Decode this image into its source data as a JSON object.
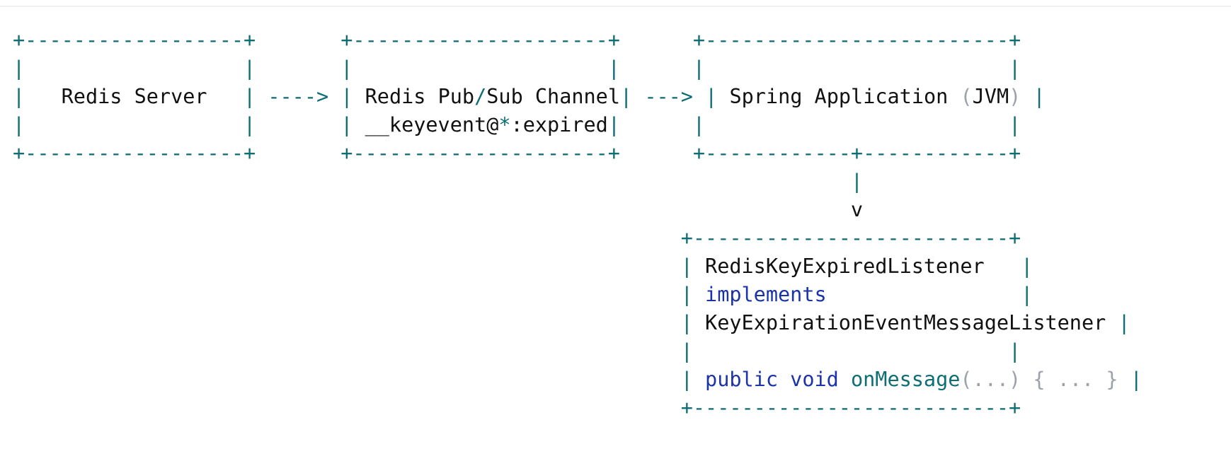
{
  "colors": {
    "punctuation": "#0d6e73",
    "keyword": "#1a33a8",
    "method": "#0d6e73",
    "muted": "#9ba2ab",
    "text": "#111111"
  },
  "lines": [
    [
      {
        "t": "+------------------+       +---------------------+      +-------------------------+",
        "c": "p"
      }
    ],
    [
      {
        "t": "|                  |       |                     |      |                         |",
        "c": "p"
      }
    ],
    [
      {
        "t": "|",
        "c": "p"
      },
      {
        "t": "   Redis Server   ",
        "c": "t"
      },
      {
        "t": "|",
        "c": "p"
      },
      {
        "t": " ----> ",
        "c": "p"
      },
      {
        "t": "| ",
        "c": "p"
      },
      {
        "t": "Redis Pub",
        "c": "t"
      },
      {
        "t": "/",
        "c": "p"
      },
      {
        "t": "Sub Channel",
        "c": "t"
      },
      {
        "t": "|",
        "c": "p"
      },
      {
        "t": " ---> ",
        "c": "p"
      },
      {
        "t": "| ",
        "c": "p"
      },
      {
        "t": "Spring Application ",
        "c": "t"
      },
      {
        "t": "(",
        "c": "g"
      },
      {
        "t": "JVM",
        "c": "t"
      },
      {
        "t": ")",
        "c": "g"
      },
      {
        "t": " |",
        "c": "p"
      }
    ],
    [
      {
        "t": "|                  |       ",
        "c": "p"
      },
      {
        "t": "| ",
        "c": "p"
      },
      {
        "t": "__keyevent@",
        "c": "t"
      },
      {
        "t": "*",
        "c": "p"
      },
      {
        "t": ":expired",
        "c": "t"
      },
      {
        "t": "|",
        "c": "p"
      },
      {
        "t": "      |                         |",
        "c": "p"
      }
    ],
    [
      {
        "t": "+------------------+       +---------------------+      +------------+------------+",
        "c": "p"
      }
    ],
    [
      {
        "t": "                                                                     |",
        "c": "p"
      }
    ],
    [
      {
        "t": "                                                                     v",
        "c": "t"
      }
    ],
    [
      {
        "t": "                                                       +--------------------------+",
        "c": "p"
      }
    ],
    [
      {
        "t": "                                                       | ",
        "c": "p"
      },
      {
        "t": "RedisKeyExpiredListener",
        "c": "t"
      },
      {
        "t": "   |",
        "c": "p"
      }
    ],
    [
      {
        "t": "                                                       | ",
        "c": "p"
      },
      {
        "t": "implements",
        "c": "k"
      },
      {
        "t": "                |",
        "c": "p"
      }
    ],
    [
      {
        "t": "                                                       | ",
        "c": "p"
      },
      {
        "t": "KeyExpirationEventMessageListener",
        "c": "t"
      },
      {
        "t": " |",
        "c": "p"
      }
    ],
    [
      {
        "t": "                                                       |                          |",
        "c": "p"
      }
    ],
    [
      {
        "t": "                                                       | ",
        "c": "p"
      },
      {
        "t": "public",
        "c": "k"
      },
      {
        "t": " ",
        "c": "t"
      },
      {
        "t": "void",
        "c": "k"
      },
      {
        "t": " ",
        "c": "t"
      },
      {
        "t": "onMessage",
        "c": "f"
      },
      {
        "t": "(...)",
        "c": "g"
      },
      {
        "t": " ",
        "c": "t"
      },
      {
        "t": "{ ... }",
        "c": "g"
      },
      {
        "t": " |",
        "c": "p"
      }
    ],
    [
      {
        "t": "                                                       +--------------------------+",
        "c": "p"
      }
    ]
  ]
}
